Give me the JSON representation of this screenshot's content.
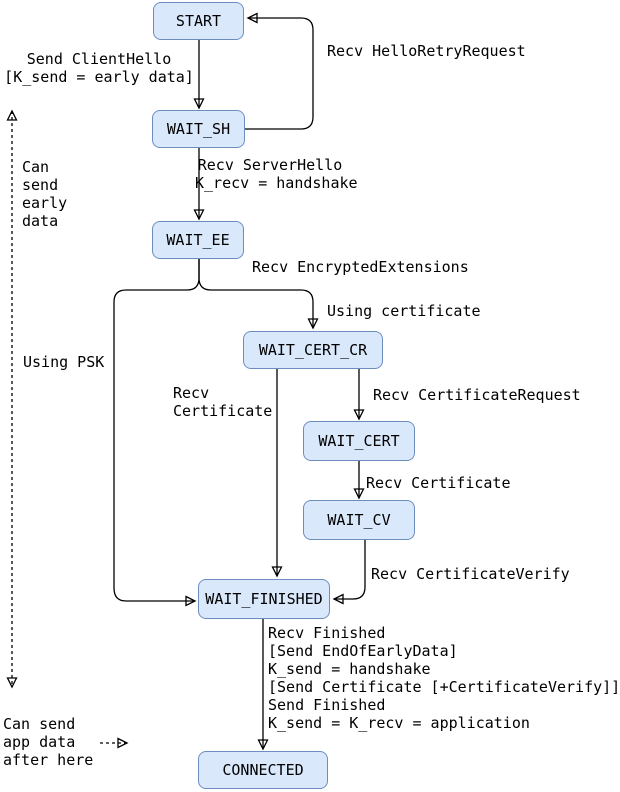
{
  "states": {
    "start": "START",
    "wait_sh": "WAIT_SH",
    "wait_ee": "WAIT_EE",
    "wait_cert_cr": "WAIT_CERT_CR",
    "wait_cert": "WAIT_CERT",
    "wait_cv": "WAIT_CV",
    "wait_finished": "WAIT_FINISHED",
    "connected": "CONNECTED"
  },
  "edges": {
    "client_hello": "Send ClientHello\n[K_send = early data]",
    "hello_retry": "Recv HelloRetryRequest",
    "server_hello": "Recv ServerHello\nK_recv = handshake",
    "encrypted_extensions": "Recv EncryptedExtensions",
    "using_certificate": "Using certificate",
    "using_psk": "Using PSK",
    "recv_certificate_skip": "Recv\nCertificate",
    "certificate_request": "Recv CertificateRequest",
    "recv_certificate": "Recv Certificate",
    "certificate_verify": "Recv CertificateVerify",
    "finished_block": "Recv Finished\n[Send EndOfEarlyData]\nK_send = handshake\n[Send Certificate [+CertificateVerify]]\nSend Finished\nK_send = K_recv = application"
  },
  "notes": {
    "early_data": "Can\nsend\nearly\ndata",
    "app_data": "Can send\napp data\nafter here"
  },
  "colors": {
    "state_fill": "#dae8fc",
    "state_stroke": "#6c8ebf",
    "line": "#000000"
  }
}
